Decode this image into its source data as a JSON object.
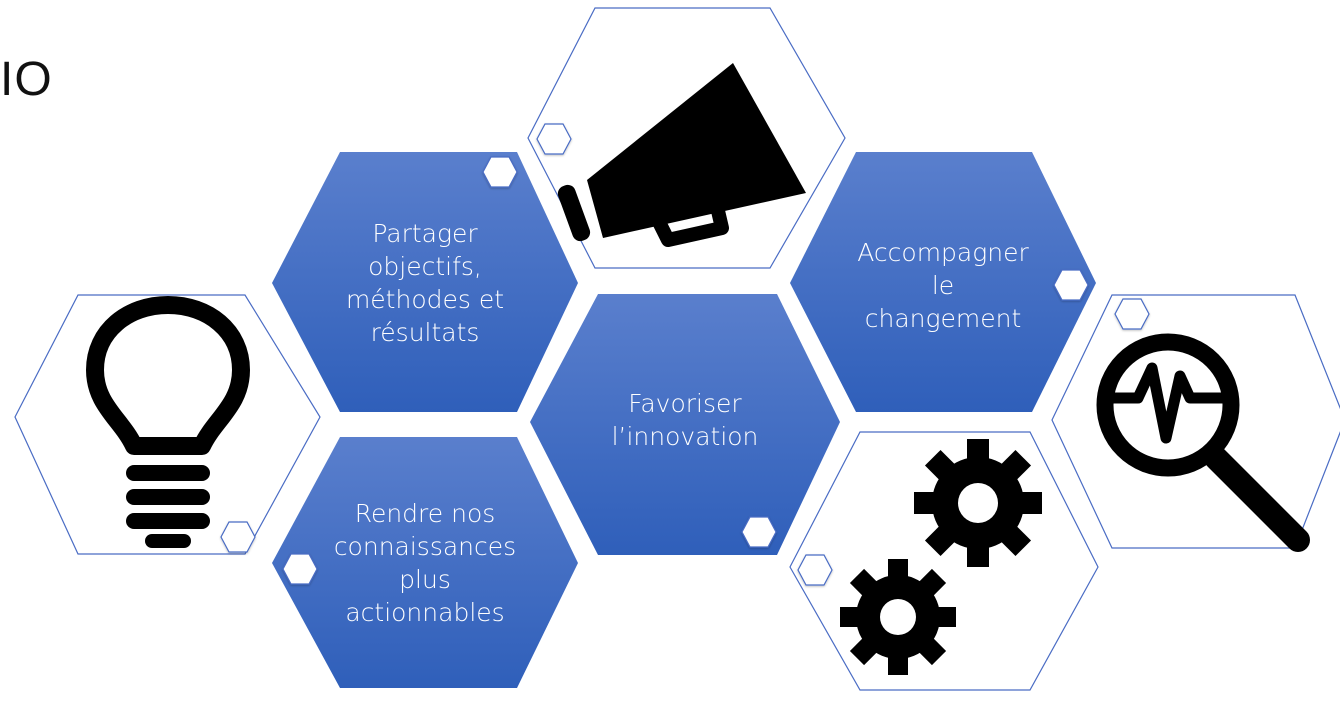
{
  "title_fragment": "IO",
  "hexagons": {
    "share": {
      "label": "Partager\nobjectifs,\nméthodes et\nrésultats"
    },
    "knowledge": {
      "label": "Rendre nos\nconnaissances\nplus\nactionnables"
    },
    "innovation": {
      "label": "Favoriser\nl’innovation"
    },
    "change": {
      "label": "Accompagner\nle\nchangement"
    }
  },
  "icons": [
    "lightbulb-icon",
    "megaphone-icon",
    "gears-icon",
    "magnifier-pulse-icon"
  ],
  "colors": {
    "hex_fill_top": "#5a7fcd",
    "hex_fill_bottom": "#2f5fba",
    "hex_outline": "#4a6cc4",
    "icon": "#000000",
    "text": "#ffffff"
  }
}
